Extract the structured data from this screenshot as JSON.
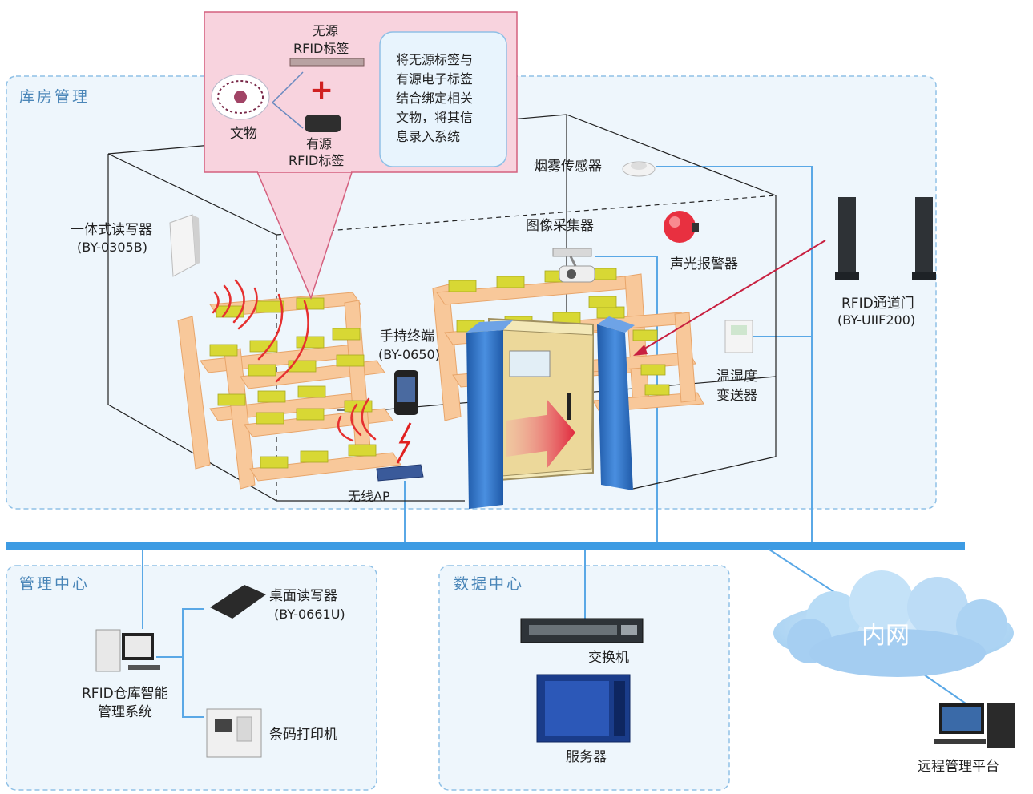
{
  "zones": {
    "warehouse": "库房管理",
    "management": "管理中心",
    "datacenter": "数据中心"
  },
  "callout": {
    "passive_tag_line1": "无源",
    "passive_tag_line2": "RFID标签",
    "plus": "+",
    "relic": "文物",
    "active_tag_line1": "有源",
    "active_tag_line2": "RFID标签",
    "note_lines": [
      "将无源标签与",
      "有源电子标签",
      "结合绑定相关",
      "文物，将其信",
      "息录入系统"
    ]
  },
  "devices": {
    "integrated_reader_name": "一体式读写器",
    "integrated_reader_model": "(BY-0305B)",
    "smoke_sensor": "烟雾传感器",
    "image_collector": "图像采集器",
    "alarm": "声光报警器",
    "handheld_name": "手持终端",
    "handheld_model": "(BY-0650)",
    "gate_name": "RFID通道门",
    "gate_model": "(BY-UIIF200)",
    "temp_humidity_line1": "温湿度",
    "temp_humidity_line2": "变送器",
    "wireless_ap": "无线AP",
    "desktop_reader_name": "桌面读写器",
    "desktop_reader_model": "(BY-0661U)",
    "system_line1": "RFID仓库智能",
    "system_line2": "管理系统",
    "barcode_printer": "条码打印机",
    "switch": "交换机",
    "server": "服务器",
    "intranet": "内网",
    "remote_platform": "远程管理平台"
  },
  "colors": {
    "zone_border": "#8fc0e6",
    "zone_fill": "#eef6fc",
    "bus": "#3d9be3",
    "callout_fill": "#f8d3de",
    "callout_border": "#d4607e",
    "shelf": "#f8c89a",
    "box": "#d8d834",
    "gate": "#2d6fc0",
    "arrow": "#e0283c"
  }
}
